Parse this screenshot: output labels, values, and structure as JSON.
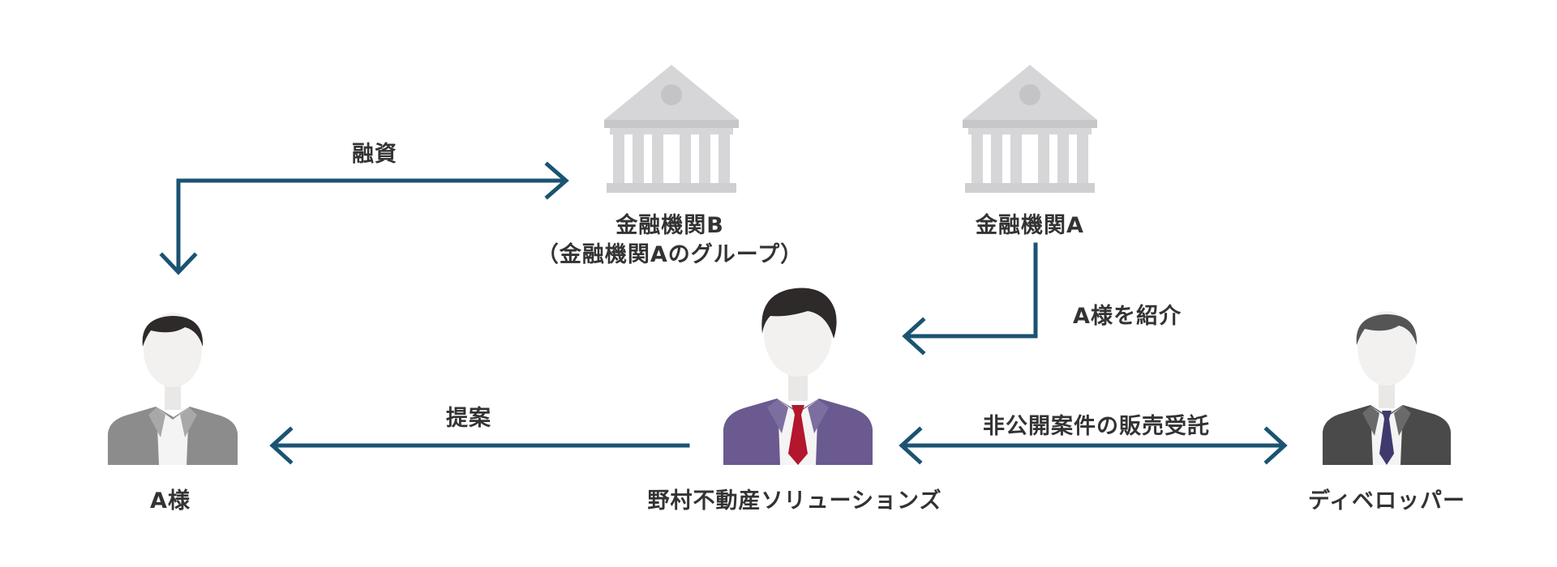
{
  "nodes": {
    "client_a": "A様",
    "bank_b": "金融機関B",
    "bank_b_note": "（金融機関Aのグループ）",
    "bank_a": "金融機関A",
    "nomura": "野村不動産ソリューションズ",
    "developer": "ディベロッパー"
  },
  "edges": {
    "loan": "融資",
    "introduction": "A様を紹介",
    "proposal": "提案",
    "consignment": "非公開案件の販売受託"
  },
  "colors": {
    "arrow": "#1b5373",
    "bank": "#d6d6d8",
    "nomura_suit": "#6a5a8f",
    "nomura_tie": "#b3162d",
    "client_suit": "#8c8c8c",
    "developer_suit": "#4a4a4a",
    "developer_tie": "#3f3a6e",
    "hair": "#2e2a2a",
    "face": "#f2f1f0"
  }
}
